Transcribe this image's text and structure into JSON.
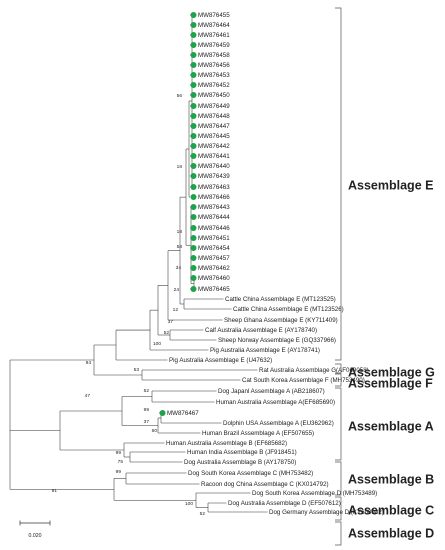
{
  "colors": {
    "branch": "#333333",
    "marker": "#1ea34a",
    "bracket": "#555555"
  },
  "marker_shape": "green-circle-marker",
  "leaves": [
    {
      "label": "MW876455",
      "marked": true
    },
    {
      "label": "MW876464",
      "marked": true
    },
    {
      "label": "MW876461",
      "marked": true
    },
    {
      "label": "MW876459",
      "marked": true
    },
    {
      "label": "MW876458",
      "marked": true
    },
    {
      "label": "MW876456",
      "marked": true
    },
    {
      "label": "MW876453",
      "marked": true
    },
    {
      "label": "MW876452",
      "marked": true
    },
    {
      "label": "MW876450",
      "marked": true
    },
    {
      "label": "MW876449",
      "marked": true
    },
    {
      "label": "MW876448",
      "marked": true
    },
    {
      "label": "MW876447",
      "marked": true
    },
    {
      "label": "MW876445",
      "marked": true
    },
    {
      "label": "MW876442",
      "marked": true
    },
    {
      "label": "MW876441",
      "marked": true
    },
    {
      "label": "MW876440",
      "marked": true
    },
    {
      "label": "MW876439",
      "marked": true
    },
    {
      "label": "MW876463",
      "marked": true
    },
    {
      "label": "MW876466",
      "marked": true
    },
    {
      "label": "MW876443",
      "marked": true
    },
    {
      "label": "MW876444",
      "marked": true
    },
    {
      "label": "MW876446",
      "marked": true
    },
    {
      "label": "MW876451",
      "marked": true
    },
    {
      "label": "MW876454",
      "marked": true
    },
    {
      "label": "MW876457",
      "marked": true
    },
    {
      "label": "MW876462",
      "marked": true
    },
    {
      "label": "MW876460",
      "marked": true
    },
    {
      "label": "MW876465",
      "marked": true
    },
    {
      "label": "Cattle China Assemblage E (MT123525)",
      "marked": false
    },
    {
      "label": "Cattle China Assemblage E (MT123526)",
      "marked": false
    },
    {
      "label": "Sheep Ghana Assemblage E (KY711409)",
      "marked": false
    },
    {
      "label": "Calf Australia Assemblage E (AY178740)",
      "marked": false
    },
    {
      "label": "Sheep Norway Assemblage E (GQ337966)",
      "marked": false
    },
    {
      "label": "Pig Australia Assemblage E (AY178741)",
      "marked": false
    },
    {
      "label": "Pig Australia Assemblage E (U47632)",
      "marked": false
    },
    {
      "label": "Rat Australia Assemblage G(AF069058)",
      "marked": false
    },
    {
      "label": "Cat South Korea Assemblage F (MH753490)",
      "marked": false
    },
    {
      "label": "Dog Japanl Assemblage A (AB218607)",
      "marked": false
    },
    {
      "label": "Human Australia Assemblage A(EF685690)",
      "marked": false
    },
    {
      "label": "MW876467",
      "marked": true
    },
    {
      "label": "Dolphin USA Assemblage A (EU362962)",
      "marked": false
    },
    {
      "label": "Human Brazil Assemblage A (EF507655)",
      "marked": false
    },
    {
      "label": "Human Australia Assemblage B (EF685682)",
      "marked": false
    },
    {
      "label": "Human India Assemblage B (JF918451)",
      "marked": false
    },
    {
      "label": "Dog Australia Assemblage B (AY178750)",
      "marked": false
    },
    {
      "label": "Dog South Korea Assemblage C (MH753482)",
      "marked": false
    },
    {
      "label": "Racoon dog China Assemblage C (KX014792)",
      "marked": false
    },
    {
      "label": "Dog South Korea Assemblage D (MH753489)",
      "marked": false
    },
    {
      "label": "Dog Australia Assemblage D (EF507612)",
      "marked": false
    },
    {
      "label": "Dog Germany Assemblage D (KY608982)",
      "marked": false
    }
  ],
  "bootstrap_values": [
    "56",
    "18",
    "18",
    "34",
    "58",
    "24",
    "12",
    "37",
    "52",
    "100",
    "94",
    "53",
    "47",
    "62",
    "99",
    "37",
    "60",
    "99",
    "75",
    "99",
    "100",
    "52",
    "91"
  ],
  "assemblages": [
    {
      "label": "Assemblage E"
    },
    {
      "label": "Assemblage G"
    },
    {
      "label": "Assemblage F"
    },
    {
      "label": "Assemblage A"
    },
    {
      "label": "Assemblage B"
    },
    {
      "label": "Assemblage C"
    },
    {
      "label": "Assemblage D"
    }
  ],
  "scale_bar": {
    "label": "0.020"
  }
}
